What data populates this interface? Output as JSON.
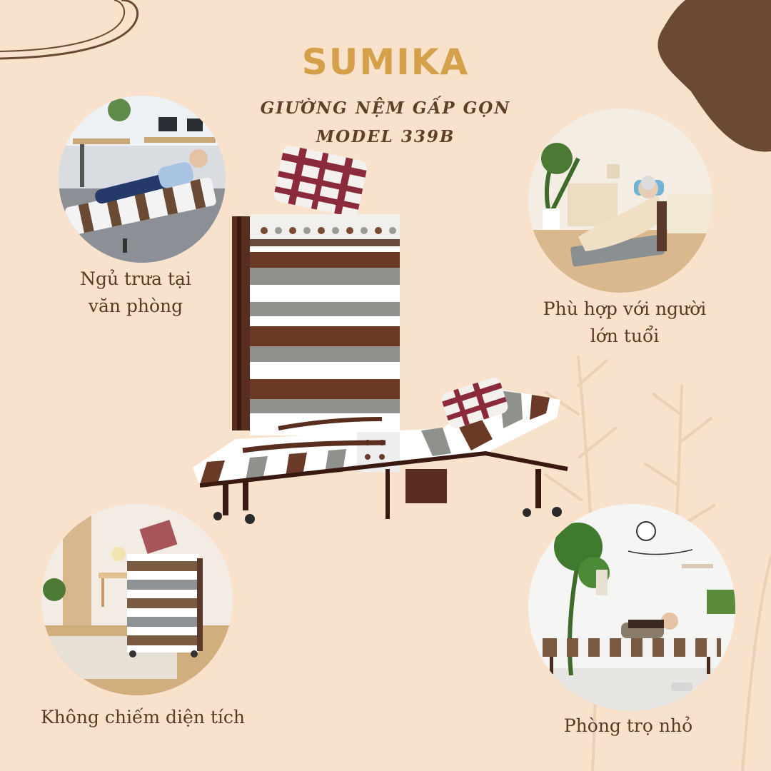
{
  "brand": {
    "name": "SUMIKA"
  },
  "product": {
    "line1": "GIƯỜNG NỆM GẤP GỌN",
    "line2": "MODEL 339B"
  },
  "features": [
    {
      "line1": "Ngủ trưa tại",
      "line2": "văn phòng"
    },
    {
      "line1": "Phù hợp với người",
      "line2": "lớn tuổi"
    },
    {
      "line1": "Không chiếm diện tích"
    },
    {
      "line1": "Phòng trọ nhỏ"
    }
  ],
  "colors": {
    "background": "#f8e2cc",
    "accent": "#d4a04a",
    "brown": "#6a4a32",
    "text": "#5a3a24"
  }
}
